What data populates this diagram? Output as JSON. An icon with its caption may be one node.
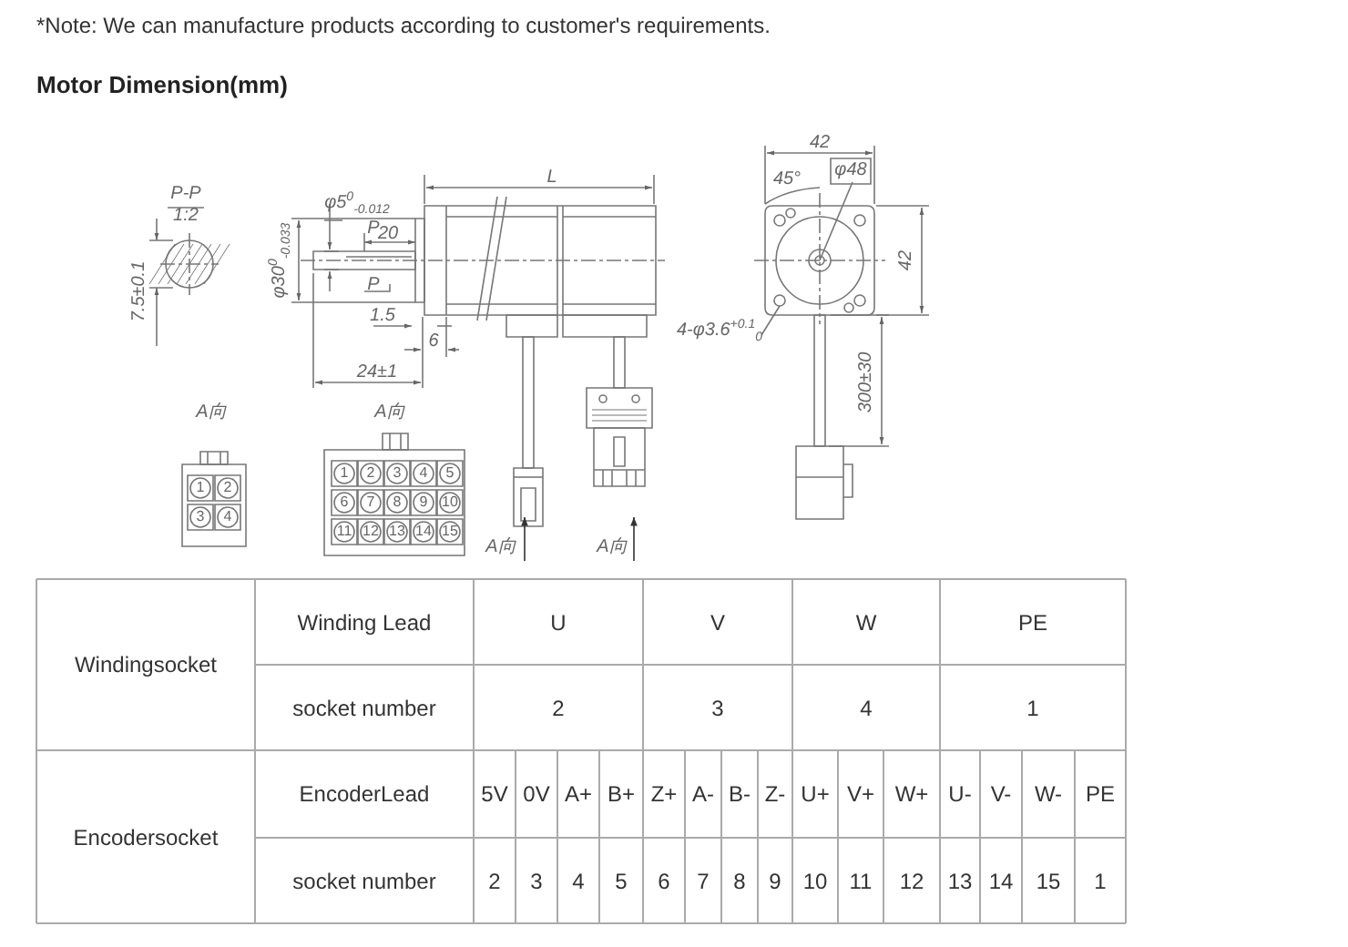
{
  "diagram": {
    "title": "Motor Dimension(mm)",
    "labels": [
      "*Note: We can manufacture products according to customer's requirements.",
      "L",
      "42",
      "φ48",
      "45°",
      "P-P",
      "1:2",
      "φ5$^{0}$$_{-0.012}$",
      "P",
      "20",
      "φ30$^{0}$$_{-0.033}$",
      "42",
      "7.5±0.1",
      "P",
      "1.5",
      "4-φ3.6$^{+0.1}$$_{0}$",
      "6",
      "24±1",
      "300±30",
      "A向",
      "A向",
      "1",
      "2",
      "3",
      "4",
      "1",
      "2",
      "3",
      "4",
      "5",
      "6",
      "7",
      "8",
      "9",
      "10",
      "11",
      "12",
      "13",
      "14",
      "15",
      "A向",
      "A向",
      "Windingsocket",
      "Winding Lead",
      "U",
      "V",
      "W",
      "PE",
      "socket number",
      "2",
      "3",
      "4",
      "1",
      "Encodersocket",
      "EncoderLead",
      "5V",
      "0V",
      "A+",
      "B+",
      "Z+",
      "A-",
      "B-",
      "Z-",
      "U+",
      "V+",
      "W+",
      "U-",
      "V-",
      "W-",
      "PE",
      "socket number",
      "2",
      "3",
      "4",
      "5",
      "6",
      "7",
      "8",
      "9",
      "10",
      "11",
      "12",
      "13",
      "14",
      "15",
      "1"
    ]
  }
}
